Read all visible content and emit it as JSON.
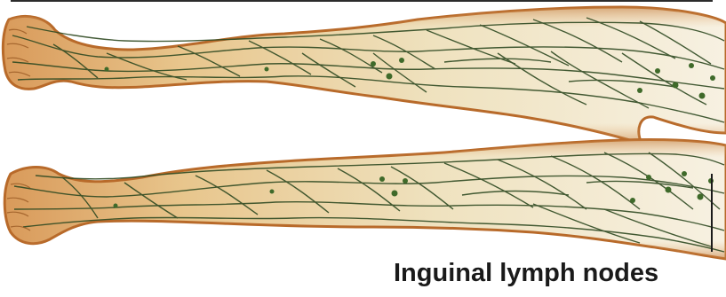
{
  "figure": {
    "callout_label": "Inguinal lymph nodes",
    "colors": {
      "skin_outline": "#b86a2a",
      "skin_fill": "#e7b57a",
      "skin_light": "#f3e8cf",
      "lymph_vessel": "#2f4a22",
      "lymph_node": "#3f6a2a",
      "label_text": "#1a1a1a"
    },
    "structures": [
      "upper-leg",
      "lower-leg",
      "lymphatic-vessels",
      "inguinal-lymph-nodes"
    ]
  }
}
